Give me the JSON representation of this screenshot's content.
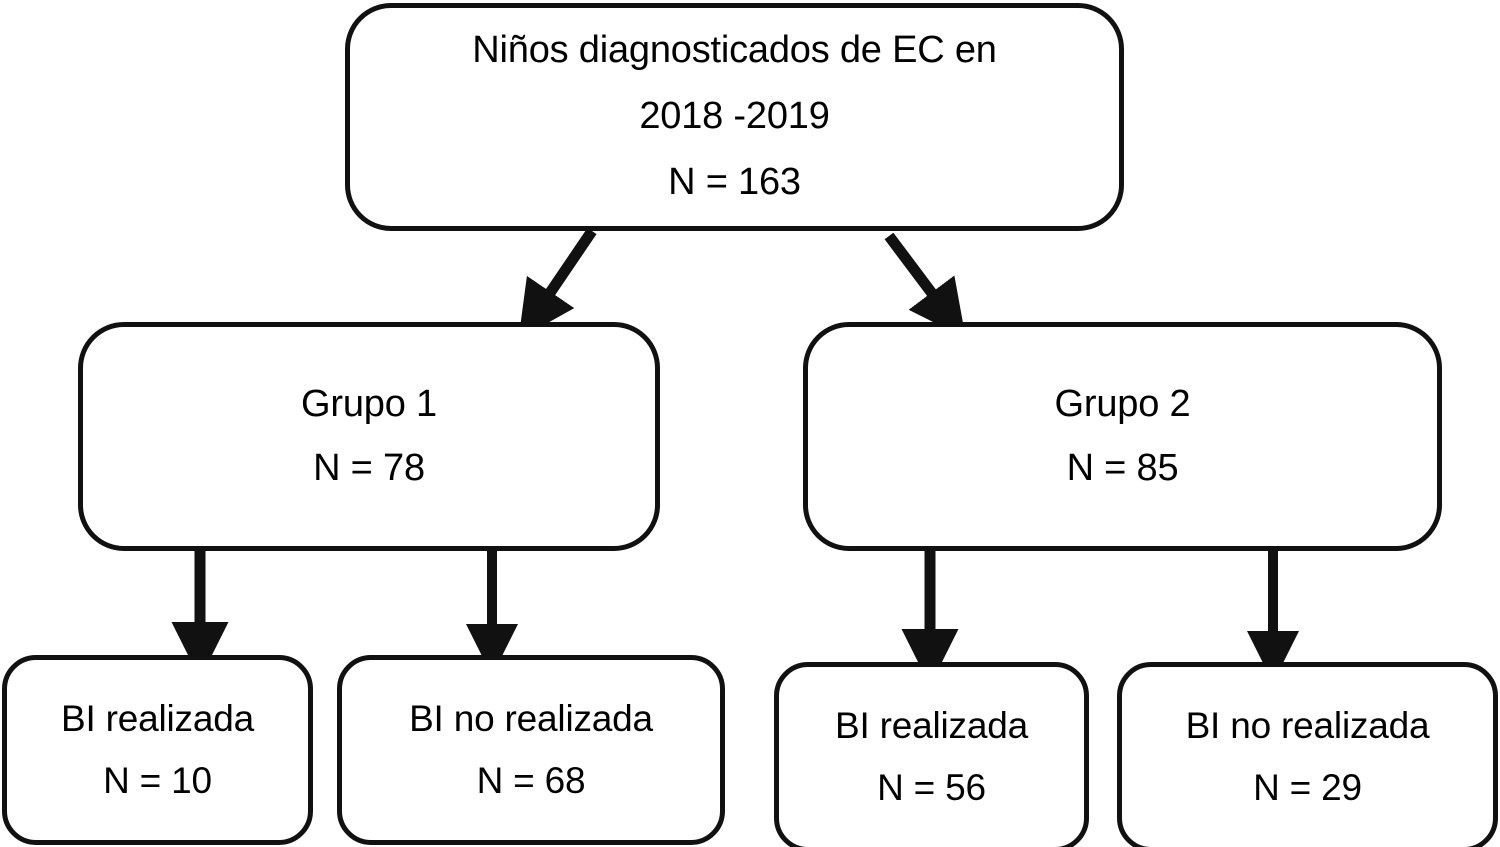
{
  "diagram": {
    "type": "flowchart",
    "orientation": "top-down",
    "language": "es",
    "stroke_color": "#111111",
    "fill_color": "#ffffff",
    "text_color": "#000000",
    "nodes": {
      "root": {
        "id": "root",
        "level": 1,
        "lines": [
          "Niños diagnosticados de EC en",
          "2018 -2019",
          "N = 163"
        ],
        "count": 163
      },
      "group_1": {
        "id": "group-1",
        "level": 2,
        "lines": [
          "Grupo 1",
          "N = 78"
        ],
        "count": 78
      },
      "group_2": {
        "id": "group-2",
        "level": 2,
        "lines": [
          "Grupo 2",
          "N = 85"
        ],
        "count": 85
      },
      "leaf_1": {
        "id": "leaf-1",
        "level": 3,
        "parent": "group-1",
        "lines": [
          "BI realizada",
          "N = 10"
        ],
        "count": 10
      },
      "leaf_2": {
        "id": "leaf-2",
        "level": 3,
        "parent": "group-1",
        "lines": [
          "BI no realizada",
          "N = 68"
        ],
        "count": 68
      },
      "leaf_3": {
        "id": "leaf-3",
        "level": 3,
        "parent": "group-2",
        "lines": [
          "BI realizada",
          "N = 56"
        ],
        "count": 56
      },
      "leaf_4": {
        "id": "leaf-4",
        "level": 3,
        "parent": "group-2",
        "lines": [
          "BI no realizada",
          "N = 29"
        ],
        "count": 29
      }
    },
    "edges": [
      {
        "from": "root",
        "to": "group-1",
        "style": "diagonal-arrow"
      },
      {
        "from": "root",
        "to": "group-2",
        "style": "diagonal-arrow"
      },
      {
        "from": "group-1",
        "to": "leaf-1",
        "style": "vertical-arrow"
      },
      {
        "from": "group-1",
        "to": "leaf-2",
        "style": "vertical-arrow"
      },
      {
        "from": "group-2",
        "to": "leaf-3",
        "style": "vertical-arrow"
      },
      {
        "from": "group-2",
        "to": "leaf-4",
        "style": "vertical-arrow"
      }
    ]
  }
}
